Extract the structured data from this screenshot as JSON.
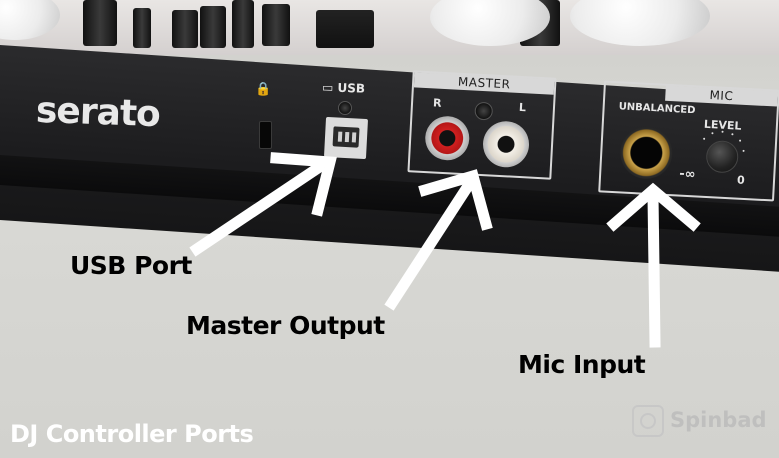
{
  "device": {
    "brand": "serato",
    "usb_label": "USB",
    "master_label": "MASTER",
    "master_r": "R",
    "master_l": "L",
    "mic_label": "MIC",
    "mic_unbalanced": "UNBALANCED",
    "mic_level": "LEVEL",
    "mic_min": "-∞",
    "mic_max": "0"
  },
  "annotations": {
    "usb": "USB Port",
    "master": "Master Output",
    "mic": "Mic Input"
  },
  "footer_title": "DJ Controller Ports",
  "watermark": "Spinbad",
  "colors": {
    "panel": "#1f1f21",
    "arrow": "#ffffff",
    "caption": "#000000"
  }
}
